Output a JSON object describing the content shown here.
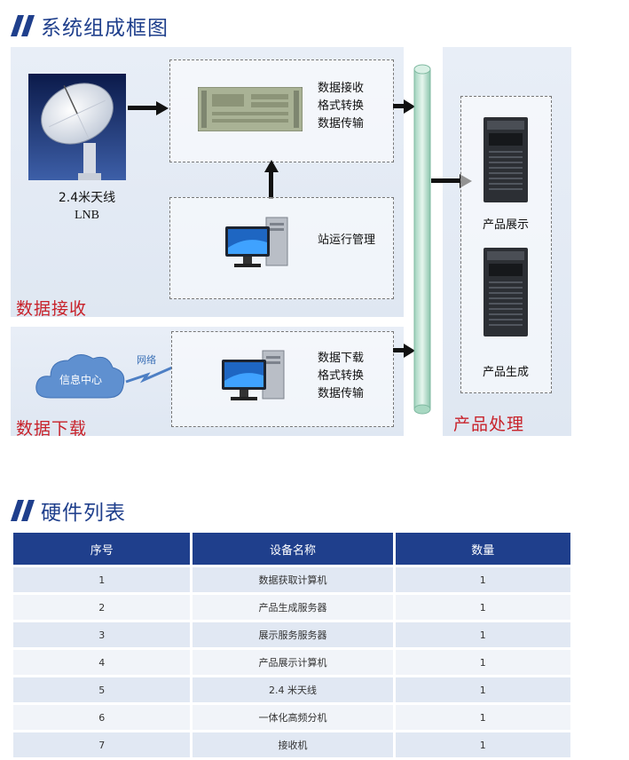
{
  "sections": {
    "diagram_title": "系统组成框图",
    "hardware_title": "硬件列表"
  },
  "diagram": {
    "antenna_label_1": "2.4米天线",
    "antenna_label_2": "LNB",
    "recv_box_lines": [
      "数据接收",
      "格式转换",
      "数据传输"
    ],
    "station_label": "站运行管理",
    "recv_section_label": "数据接收",
    "download_section_label": "数据下载",
    "cloud_label": "信息中心",
    "network_label": "网络",
    "download_box_lines": [
      "数据下载",
      "格式转换",
      "数据传输"
    ],
    "product_display_label": "产品展示",
    "product_generate_label": "产品生成",
    "product_section_label": "产品处理"
  },
  "colors": {
    "brand_blue": "#1f3f8c",
    "red_label": "#c8222a",
    "bus_green": "#bfe5d4"
  },
  "table": {
    "headers": [
      "序号",
      "设备名称",
      "数量"
    ],
    "rows": [
      [
        "1",
        "数据获取计算机",
        "1"
      ],
      [
        "2",
        "产品生成服务器",
        "1"
      ],
      [
        "3",
        "展示服务服务器",
        "1"
      ],
      [
        "4",
        "产品展示计算机",
        "1"
      ],
      [
        "5",
        "2.4 米天线",
        "1"
      ],
      [
        "6",
        "一体化高频分机",
        "1"
      ],
      [
        "7",
        "接收机",
        "1"
      ]
    ]
  }
}
